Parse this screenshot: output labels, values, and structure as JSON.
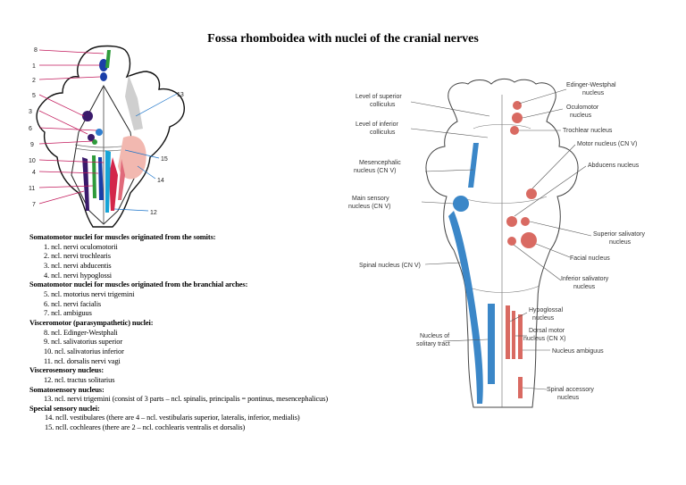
{
  "title": "Fossa rhomboidea with nuclei of the cranial nerves",
  "left_figure": {
    "numbers": [
      "8",
      "1",
      "2",
      "5",
      "3",
      "6",
      "9",
      "10",
      "4",
      "11",
      "7",
      "13",
      "15",
      "14",
      "12"
    ]
  },
  "right_figure": {
    "labels": {
      "superior_colliculus": [
        "Level of superior",
        "colliculus"
      ],
      "inferior_colliculus": [
        "Level of inferior",
        "colliculus"
      ],
      "mesencephalic": [
        "Mesencephalic",
        "nucleus (CN V)"
      ],
      "main_sensory": [
        "Main sensory",
        "nucleus (CN V)"
      ],
      "spinal": "Spinal nucleus (CN V)",
      "solitary": [
        "Nucleus of",
        "solitary tract"
      ],
      "edinger": [
        "Edinger-Westphal",
        "nucleus"
      ],
      "oculomotor": [
        "Oculomotor",
        "nucleus"
      ],
      "trochlear": "Trochlear nucleus",
      "motor_v": "Motor nucleus (CN V)",
      "abducens": "Abducens nucleus",
      "sup_salivatory": [
        "Superior salivatory",
        "nucleus"
      ],
      "facial": "Facial nucleus",
      "inf_salivatory": [
        "Inferior salivatory",
        "nucleus"
      ],
      "hypoglossal": [
        "Hypoglossal",
        "nucleus"
      ],
      "dorsal_motor": [
        "Dorsal motor",
        "nucleus (CN X)"
      ],
      "ambiguus": "Nucleus ambiguus",
      "spinal_accessory": [
        "Spinal accessory",
        "nucleus"
      ]
    }
  },
  "legend": [
    {
      "heading": "Somatomotor nuclei for muscles originated from the somits:",
      "items": [
        "1.   ncl. nervi oculomotorii",
        "2.   ncl. nervi trochlearis",
        "3.   ncl. nervi abducentis",
        "4.   ncl. nervi hypoglossi"
      ]
    },
    {
      "heading": "Somatomotor nuclei for muscles originated from the branchial arches:",
      "items": [
        "5.   ncl. motorius nervi trigemini",
        "6.   ncl. nervi facialis",
        "7.   ncl. ambiguus"
      ]
    },
    {
      "heading": "Visceromotor (parasympathetic) nuclei:",
      "items": [
        "8.   ncl. Edinger-Westphali",
        "9.   ncl. salivatorius superior",
        "10. ncl. salivatorius inferior",
        "11. ncl. dorsalis nervi vagi"
      ]
    },
    {
      "heading": "Viscerosensory nucleus:",
      "items": [
        "12. ncl. tractus solitarius"
      ]
    },
    {
      "heading": "Somatosensory nucleus:",
      "items": [
        "13. ncl. nervi trigemini (consist of 3 parts – ncl. spinalis, principalis = pontinus, mesencephalicus)"
      ]
    },
    {
      "heading": "Special sensory nuclei:",
      "items": [
        "14. ncll. vestibulares (there are 4 – ncl. vestibularis superior, lateralis, inferior, medialis)",
        "15. ncll. cochleares (there are 2 – ncl. cochlearis ventralis et dorsalis)"
      ]
    }
  ]
}
